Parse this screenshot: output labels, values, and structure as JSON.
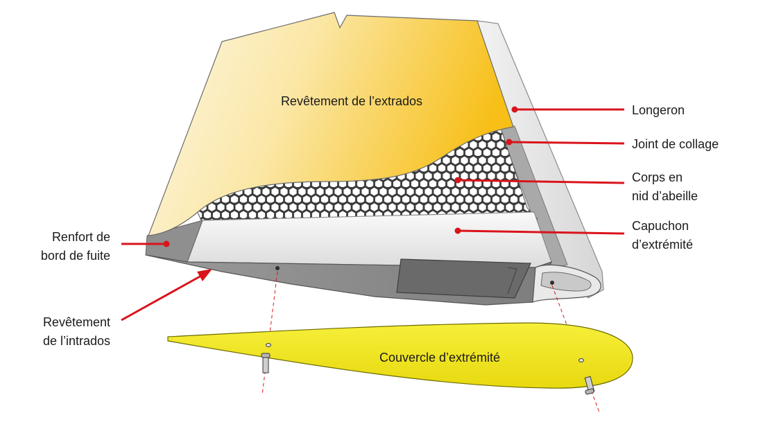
{
  "diagram": {
    "labels": {
      "extrados": "Revêtement de l’extrados",
      "longeron": "Longeron",
      "joint": "Joint de collage",
      "corps_l1": "Corps en",
      "corps_l2": "nid d’abeille",
      "capuchon_l1": "Capuchon",
      "capuchon_l2": "d’extrémité",
      "renfort_l1": "Renfort de",
      "renfort_l2": "bord de fuite",
      "intrados_l1": "Revêtement",
      "intrados_l2": "de l’intrados",
      "couvercle": "Couvercle d’extrémité"
    },
    "colors": {
      "skin_yellow": "#f7c21b",
      "skin_light": "#fbf6e2",
      "cover_yellow": "#f4ea1a",
      "leader_red": "#d9141b",
      "grey_panel": "#8f8f8f",
      "honeycomb_bg": "#3b3b3b"
    }
  }
}
